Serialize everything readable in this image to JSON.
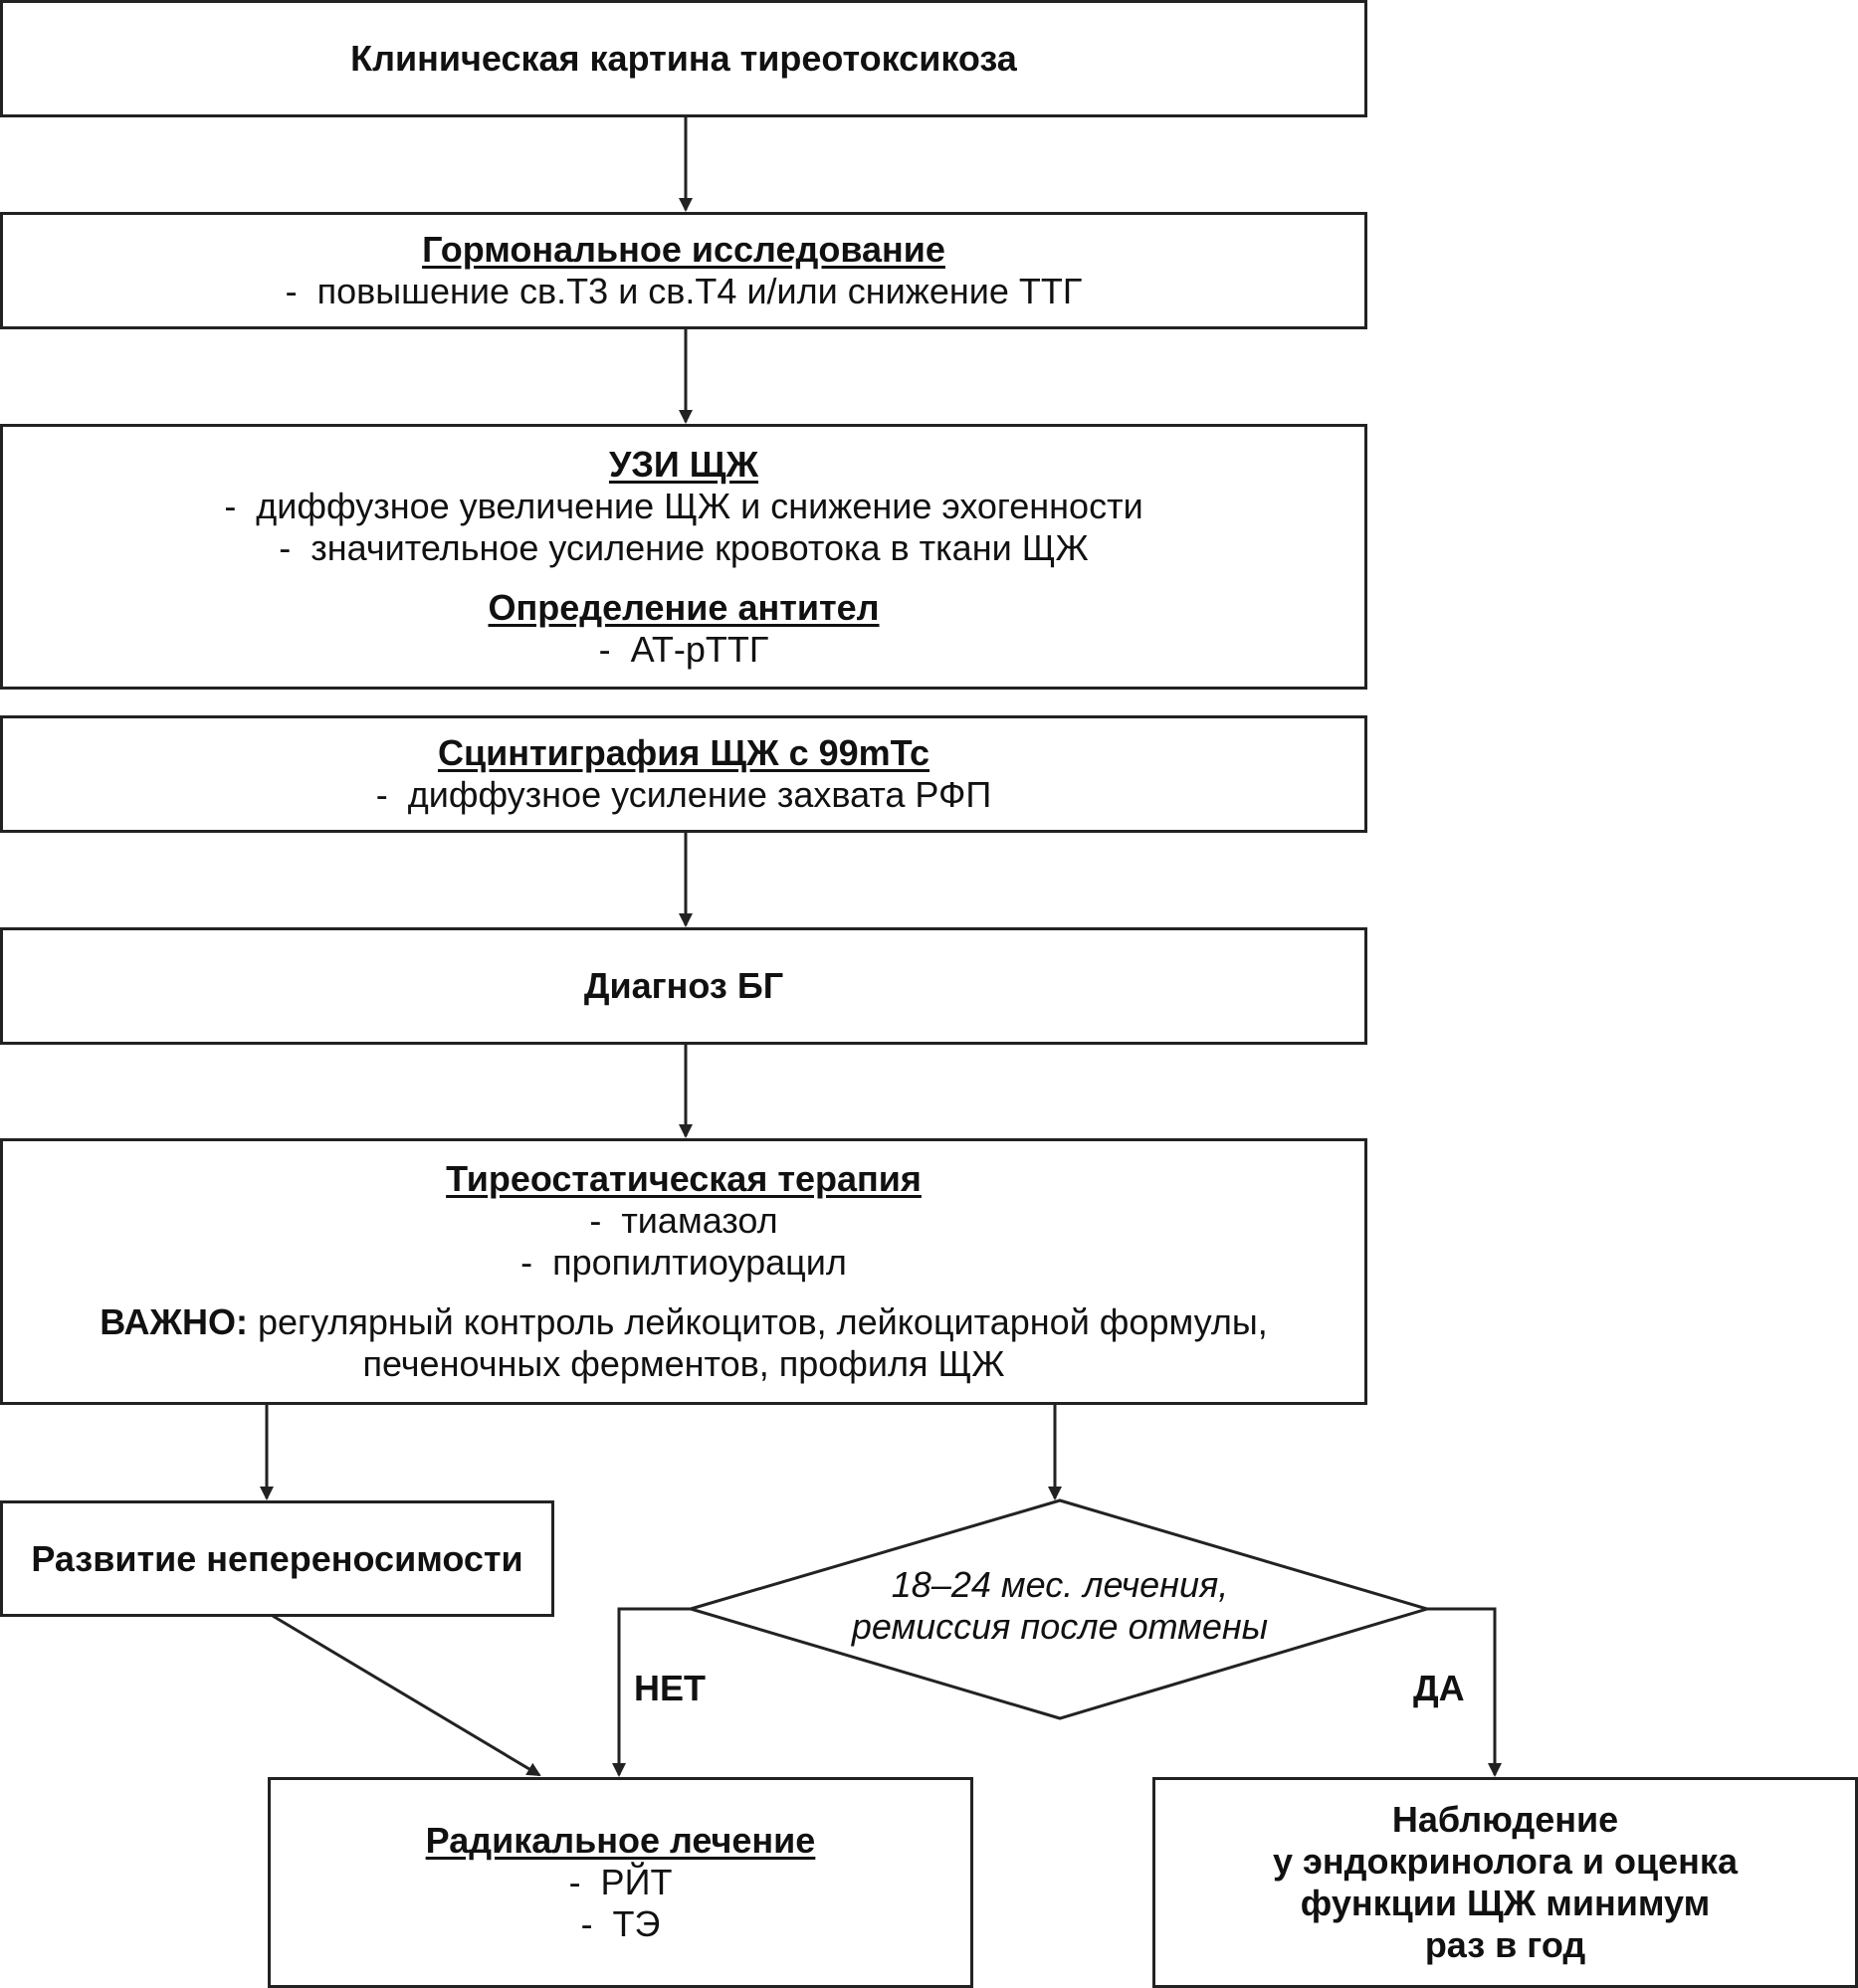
{
  "boxes": {
    "clinical": {
      "title": "Клиническая картина тиреотоксикоза"
    },
    "hormonal": {
      "heading": "Гормональное исследование",
      "lines": [
        "-  повышение св.Т3 и св.Т4 и/или снижение ТТГ"
      ]
    },
    "uzi": {
      "heading": "УЗИ ЩЖ",
      "lines": [
        "-  диффузное увеличение ЩЖ и снижение эхогенности",
        "-  значительное усиление кровотока в ткани ЩЖ"
      ],
      "heading2": "Определение антител",
      "lines2": [
        "-  АТ-рТТГ"
      ]
    },
    "scint": {
      "heading": "Сцинтиграфия ЩЖ с 99mTc",
      "lines": [
        "-  диффузное усиление захвата РФП"
      ]
    },
    "diagnosis": {
      "title": "Диагноз БГ"
    },
    "therapy": {
      "heading": "Тиреостатическая терапия",
      "lines": [
        "-  тиамазол",
        "-  пропилтиоурацил"
      ],
      "important_label": "ВАЖНО:",
      "important_text": " регулярный контроль лейкоцитов, лейкоцитарной формулы,",
      "important_text2": "печеночных ферментов, профиля ЩЖ"
    },
    "intolerance": {
      "title": "Развитие непереносимости"
    },
    "decision": {
      "line1": "18–24 мес. лечения,",
      "line2": "ремиссия после отмены"
    },
    "radical": {
      "heading": "Радикальное лечение",
      "lines": [
        "-  РЙТ",
        "-  ТЭ"
      ]
    },
    "observation": {
      "lines": [
        "Наблюдение",
        "у эндокринолога и оценка",
        "функции ЩЖ минимум",
        "раз в год"
      ]
    }
  },
  "labels": {
    "no": "НЕТ",
    "yes": "ДА"
  }
}
